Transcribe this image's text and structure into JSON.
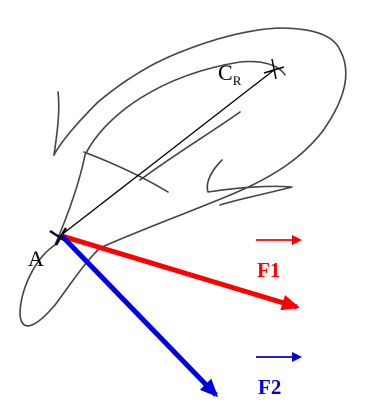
{
  "labels": {
    "point_a": "A",
    "center_main": "C",
    "center_sub": "R",
    "force_1": "F1",
    "force_2": "F2"
  },
  "colors": {
    "outline": "#444444",
    "line": "#000000",
    "force_1": "#ff0000",
    "force_2": "#0000dd"
  }
}
